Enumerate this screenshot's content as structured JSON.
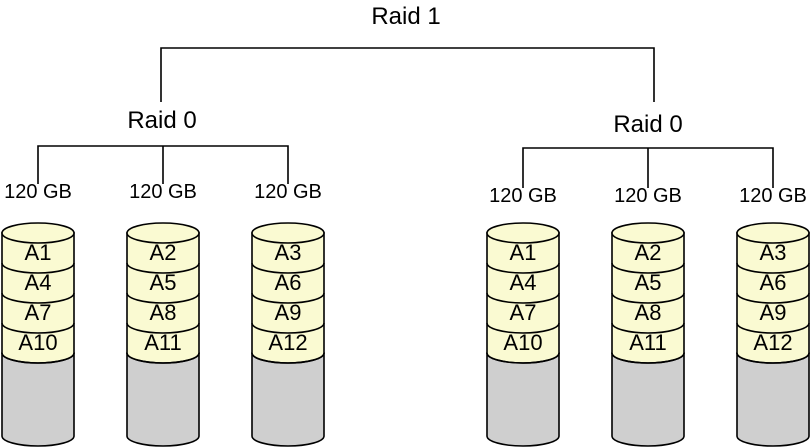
{
  "root": {
    "label": "Raid 1"
  },
  "colors": {
    "block_fill": "#fafad2",
    "empty_fill": "#cfcfcf",
    "stroke": "#000000"
  },
  "arrays": [
    {
      "label": "Raid 0",
      "disks": [
        {
          "capacity": "120 GB",
          "blocks": [
            "A1",
            "A4",
            "A7",
            "A10"
          ]
        },
        {
          "capacity": "120 GB",
          "blocks": [
            "A2",
            "A5",
            "A8",
            "A11"
          ]
        },
        {
          "capacity": "120 GB",
          "blocks": [
            "A3",
            "A6",
            "A9",
            "A12"
          ]
        }
      ]
    },
    {
      "label": "Raid 0",
      "disks": [
        {
          "capacity": "120 GB",
          "blocks": [
            "A1",
            "A4",
            "A7",
            "A10"
          ]
        },
        {
          "capacity": "120 GB",
          "blocks": [
            "A2",
            "A5",
            "A8",
            "A11"
          ]
        },
        {
          "capacity": "120 GB",
          "blocks": [
            "A3",
            "A6",
            "A9",
            "A12"
          ]
        }
      ]
    }
  ]
}
